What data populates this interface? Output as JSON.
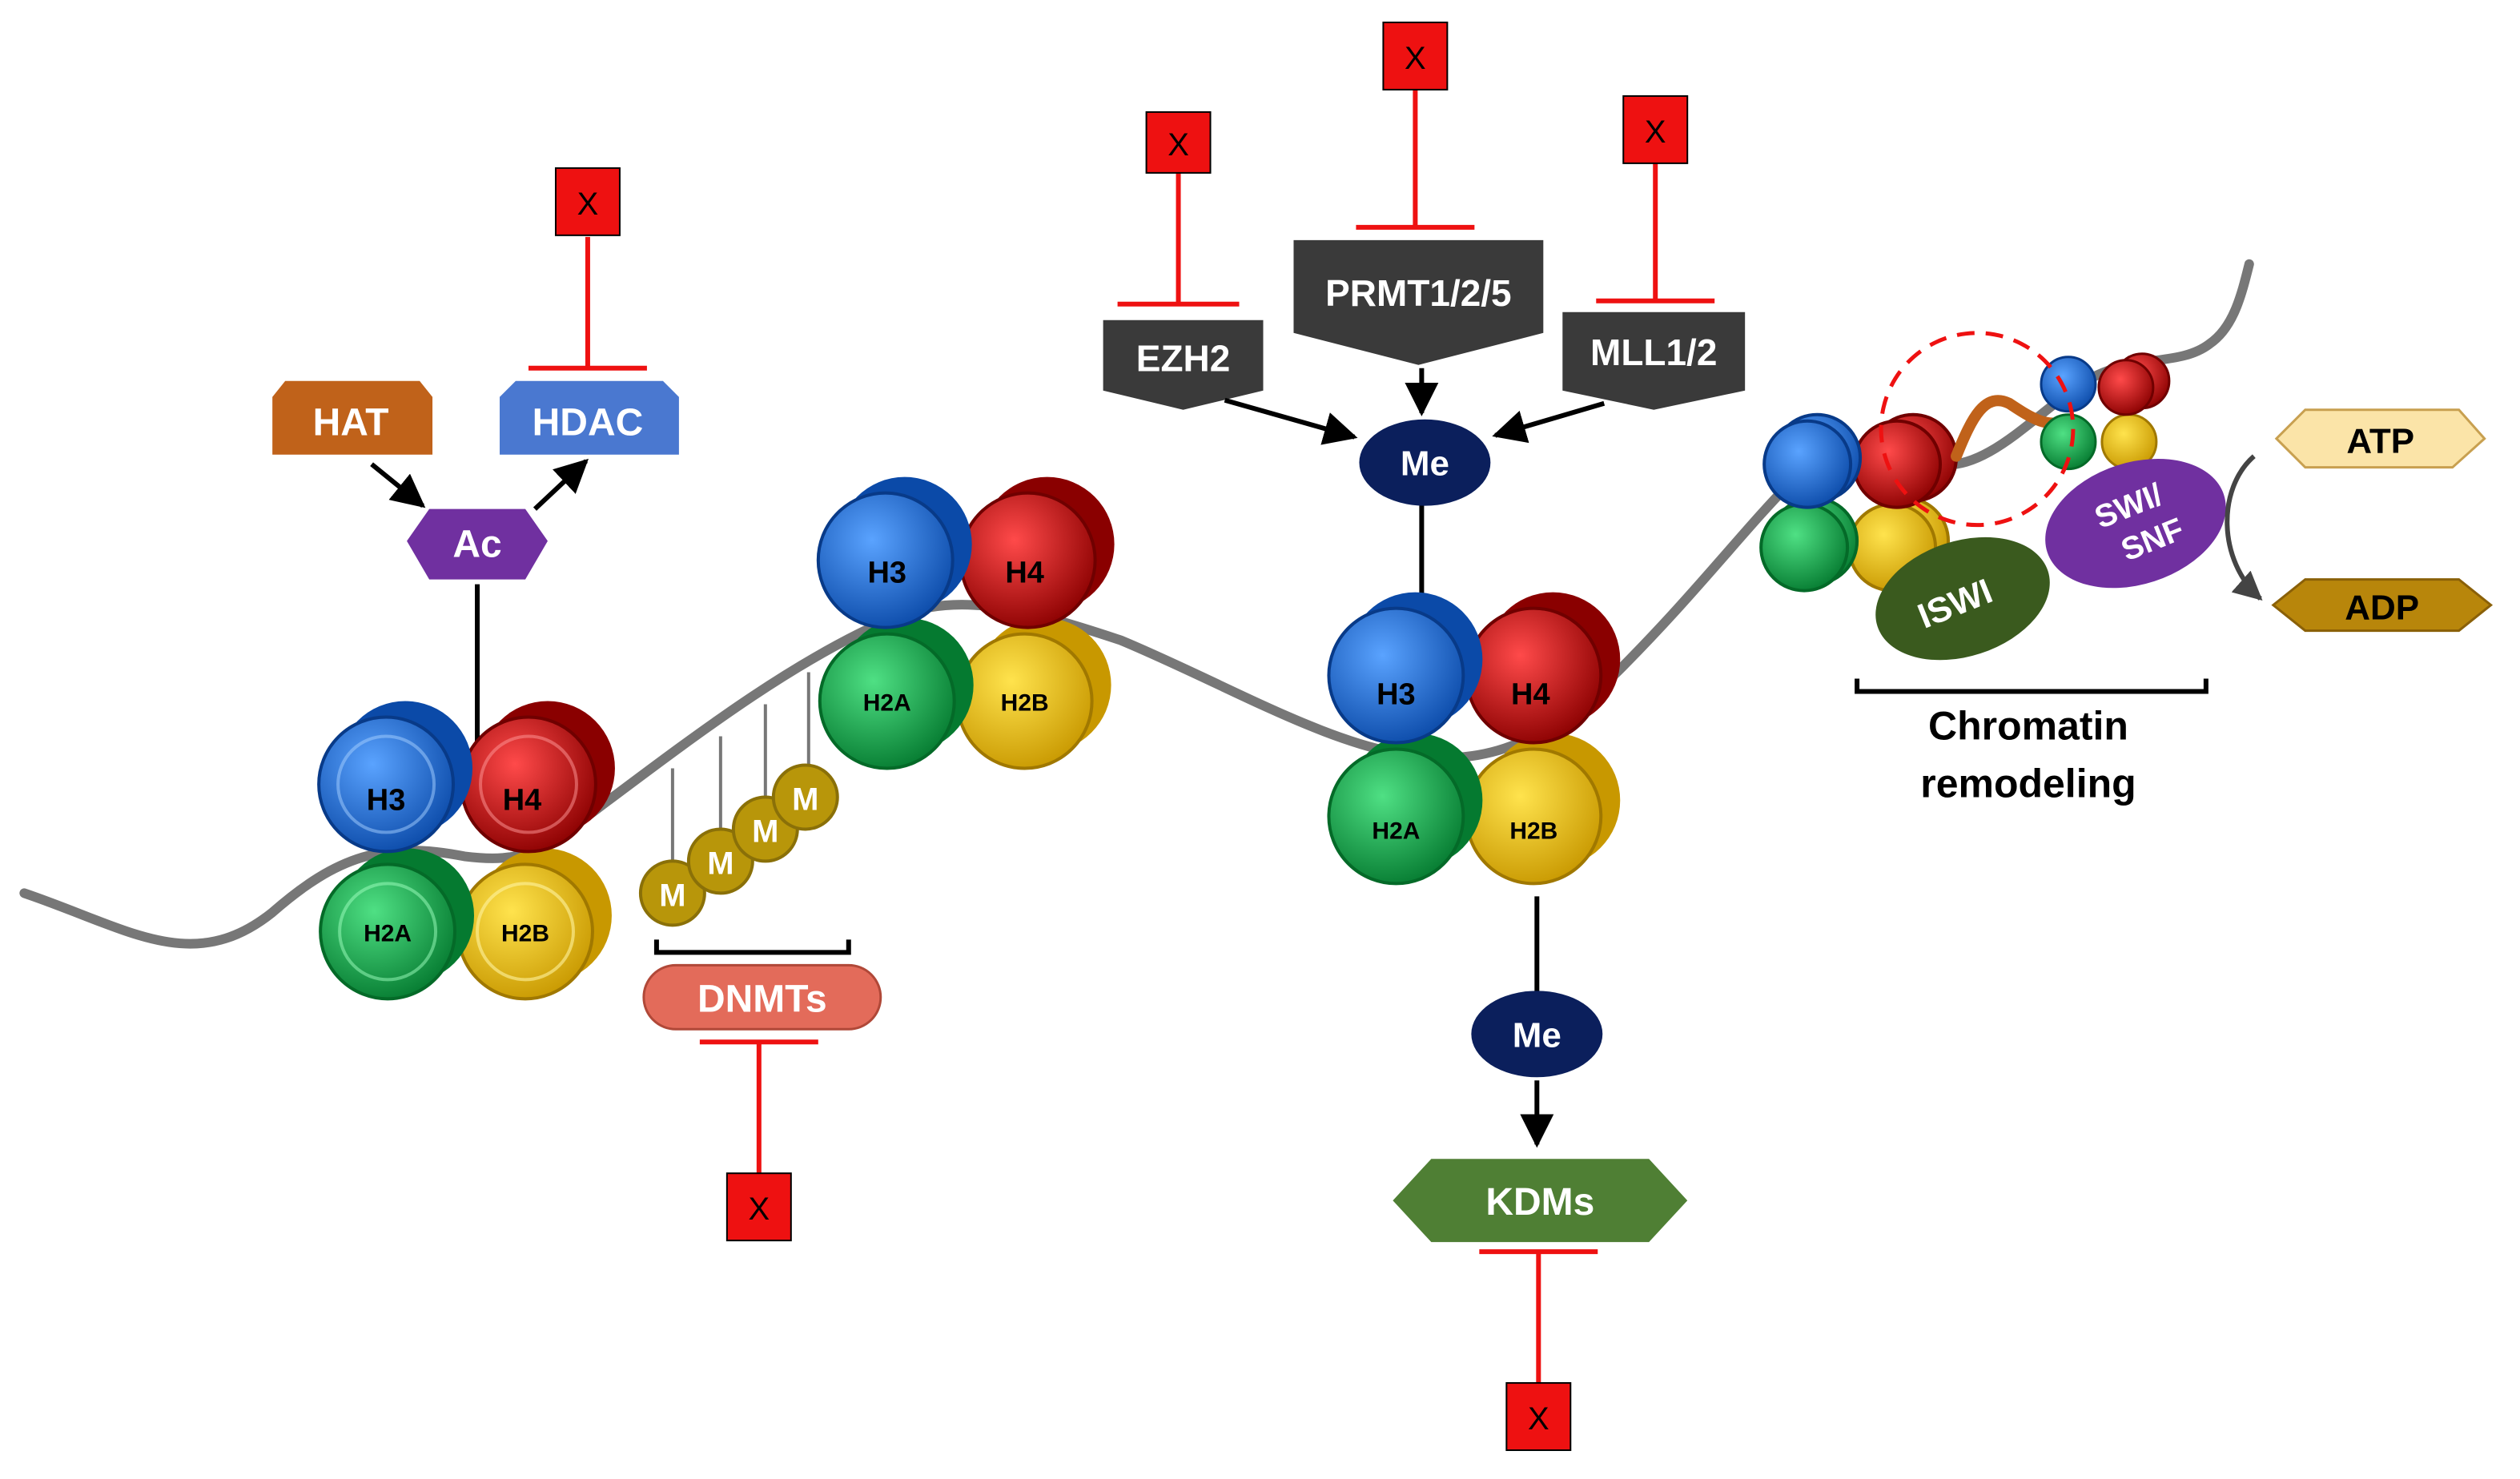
{
  "histones": {
    "h3": "H3",
    "h4": "H4",
    "h2a": "H2A",
    "h2b": "H2B"
  },
  "marks": {
    "acetyl": "Ac",
    "methyl": "Me",
    "dna_methyl": "M"
  },
  "enzymes": {
    "hat": "HAT",
    "hdac": "HDAC",
    "dnmts": "DNMTs",
    "ezh2": "EZH2",
    "prmt": "PRMT1/2/5",
    "mll": "MLL1/2",
    "kdms": "KDMs",
    "iswi": "ISWI",
    "swi_snf_line1": "SWI/",
    "swi_snf_line2": "SNF",
    "atp": "ATP",
    "adp": "ADP"
  },
  "inhibitor_label": "X",
  "remodeling_label": {
    "line1": "Chromatin",
    "line2": "remodeling"
  },
  "colors": {
    "h3": "#1f6fcf",
    "h4": "#c81010",
    "h2a": "#10a84a",
    "h2b": "#f0c800",
    "hat": "#c0621a",
    "hdac": "#4a78d0",
    "acetyl": "#7030a0",
    "methyl": "#0b1f5c",
    "enzyme_dark": "#3a3a3a",
    "dnmts": "#e36b5a",
    "kdms": "#4f7f34",
    "iswi": "#3a5a1e",
    "swi_snf": "#7030a0",
    "atp": "#fbe4a8",
    "adp": "#b8860b",
    "dna_methyl": "#b8960a",
    "inhibitor": "#ee1111",
    "dna_strand": "#777777"
  }
}
